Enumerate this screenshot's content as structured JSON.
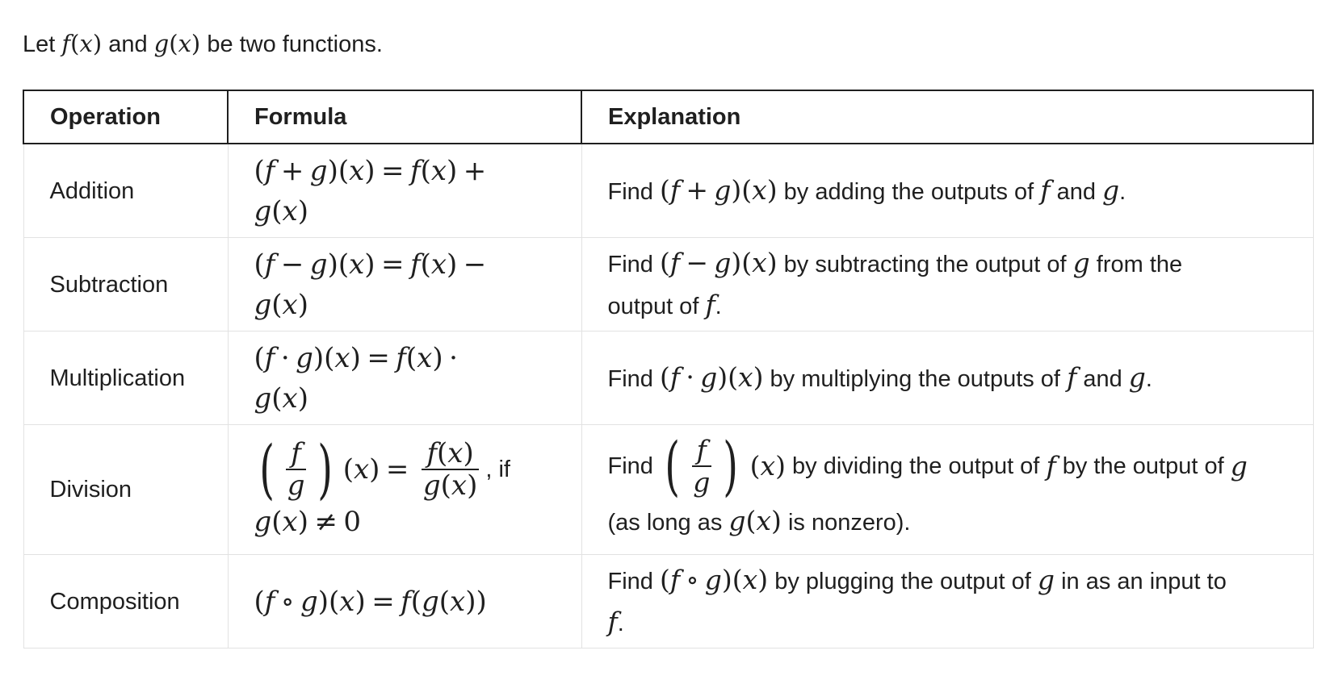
{
  "intro": {
    "let": "Let",
    "f_expr": "f(x)",
    "and": "and",
    "g_expr": "g(x)",
    "rest": "be two functions."
  },
  "table": {
    "headers": [
      "Operation",
      "Formula",
      "Explanation"
    ],
    "rows": [
      {
        "operation": "Addition",
        "formula": "(f + g)(x) = f(x) + g(x)",
        "explanation": "Find (f + g)(x) by adding the outputs of f and g."
      },
      {
        "operation": "Subtraction",
        "formula": "(f − g)(x) = f(x) − g(x)",
        "explanation": "Find (f − g)(x) by subtracting the output of g from the output of f."
      },
      {
        "operation": "Multiplication",
        "formula": "(f · g)(x) = f(x) · g(x)",
        "explanation": "Find (f · g)(x) by multiplying the outputs of f and g."
      },
      {
        "operation": "Division",
        "formula": "(f/g)(x) = f(x)/g(x), if g(x) ≠ 0",
        "explanation": "Find (f/g)(x) by dividing the output of f by the output of g (as long as g(x) is nonzero)."
      },
      {
        "operation": "Composition",
        "formula": "(f ∘ g)(x) = f(g(x))",
        "explanation": "Find (f ∘ g)(x) by plugging the output of g in as an input to f."
      }
    ]
  }
}
